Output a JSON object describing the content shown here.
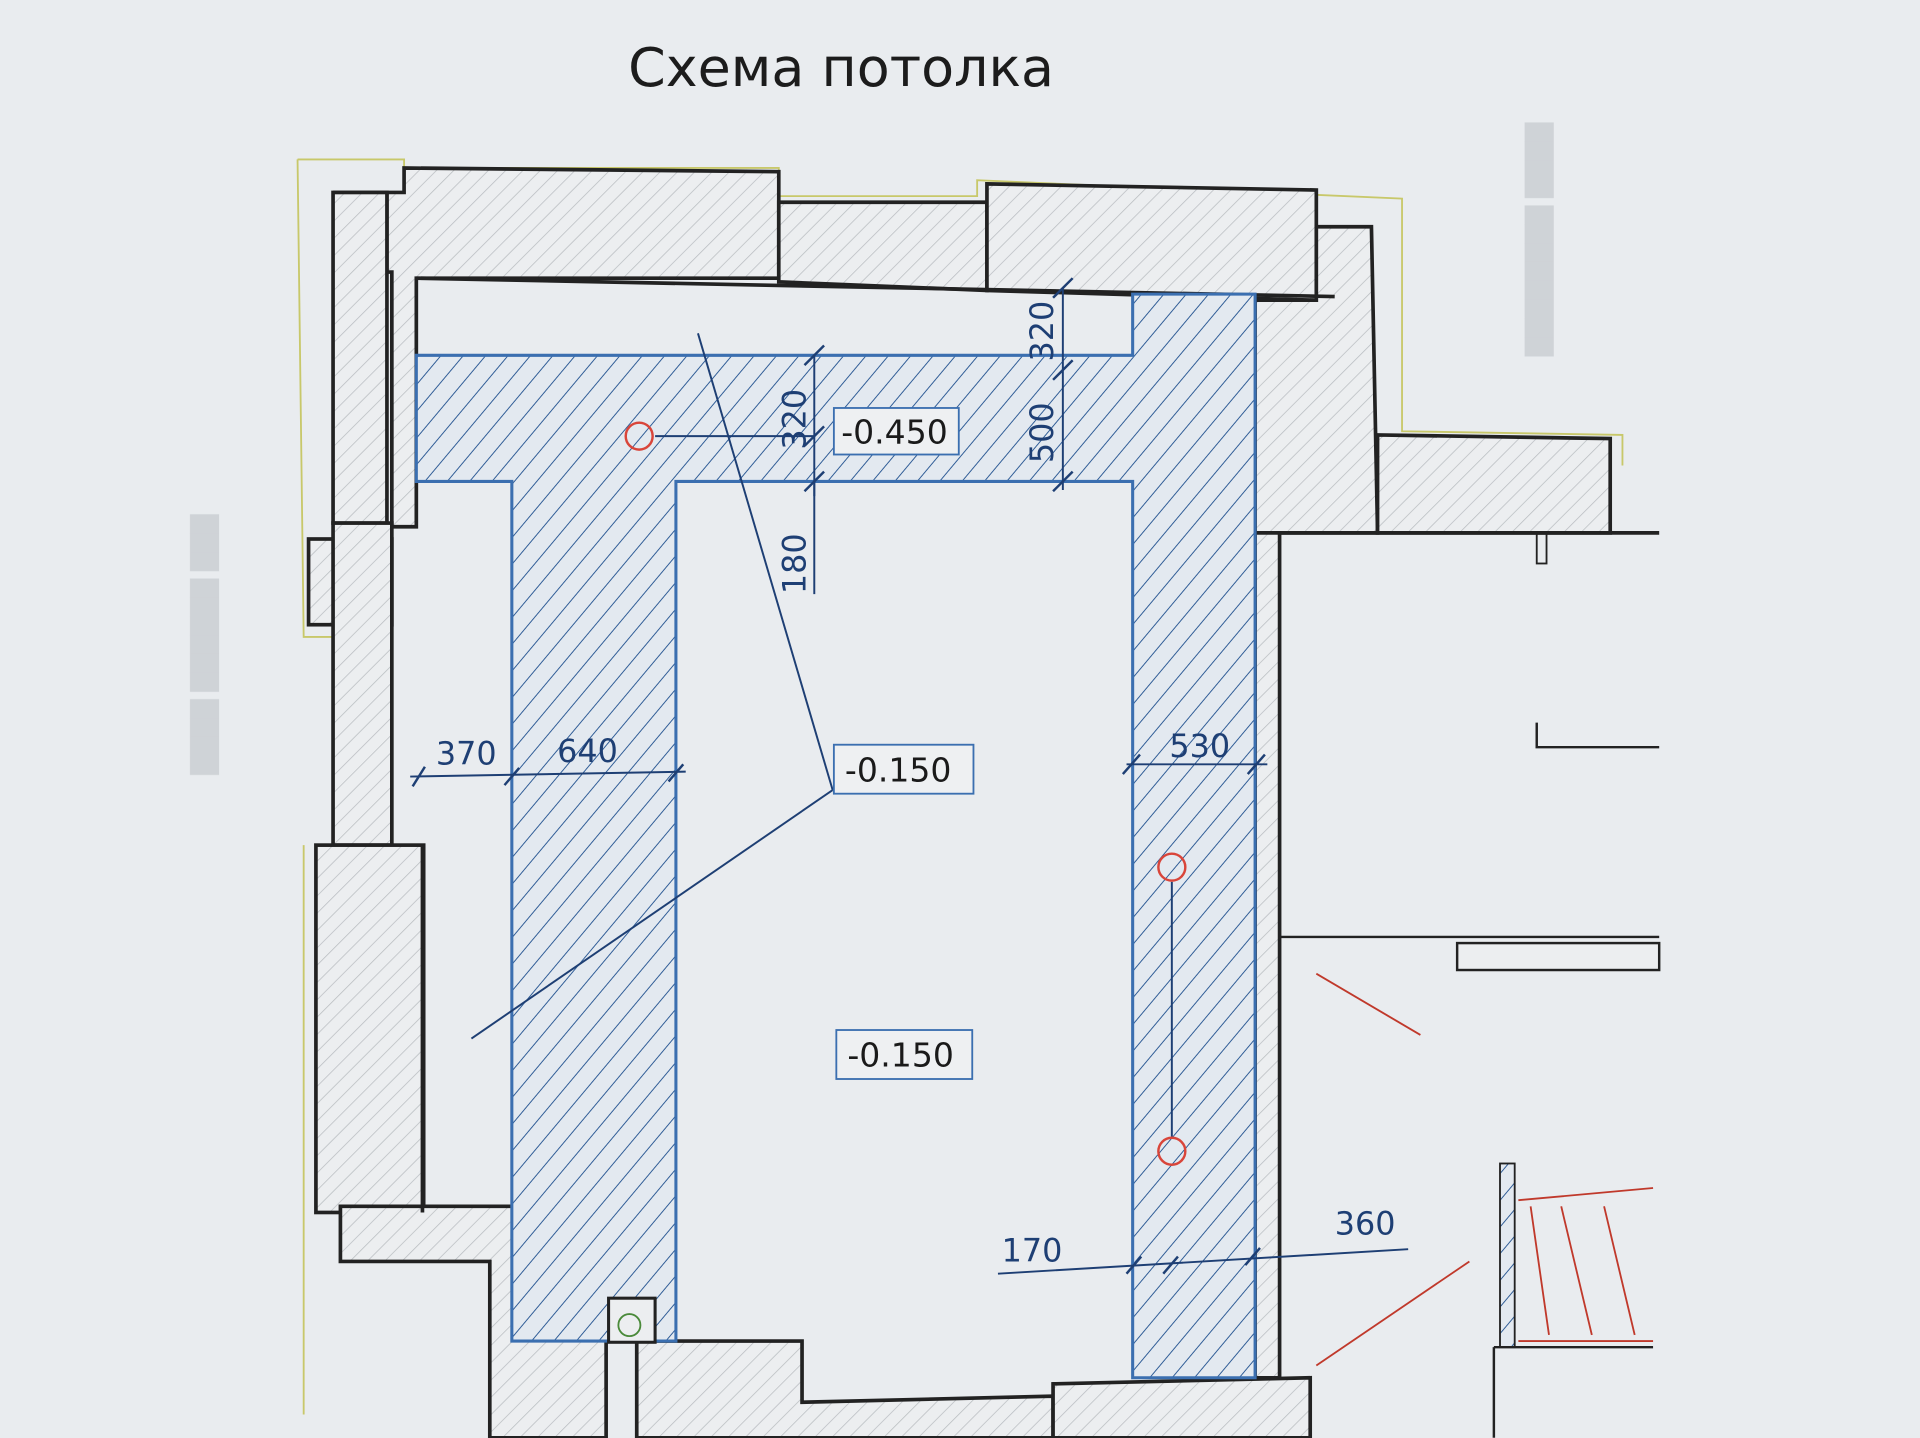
{
  "title": "Схема потолка",
  "levels": [
    "-0.450",
    "-0.150",
    "-0.150"
  ],
  "dimensions": {
    "top_right_320": "320",
    "top_left_320": "320",
    "band_500": "500",
    "offset_180": "180",
    "left_370": "370",
    "left_640": "640",
    "right_530": "530",
    "bottom_170": "170",
    "bottom_360": "360"
  },
  "colors": {
    "paper": "#e9ecef",
    "wall": "#222222",
    "ceiling_band": "#3b6fb0",
    "fixture": "#d9453a",
    "dimension": "#1e3f74"
  }
}
